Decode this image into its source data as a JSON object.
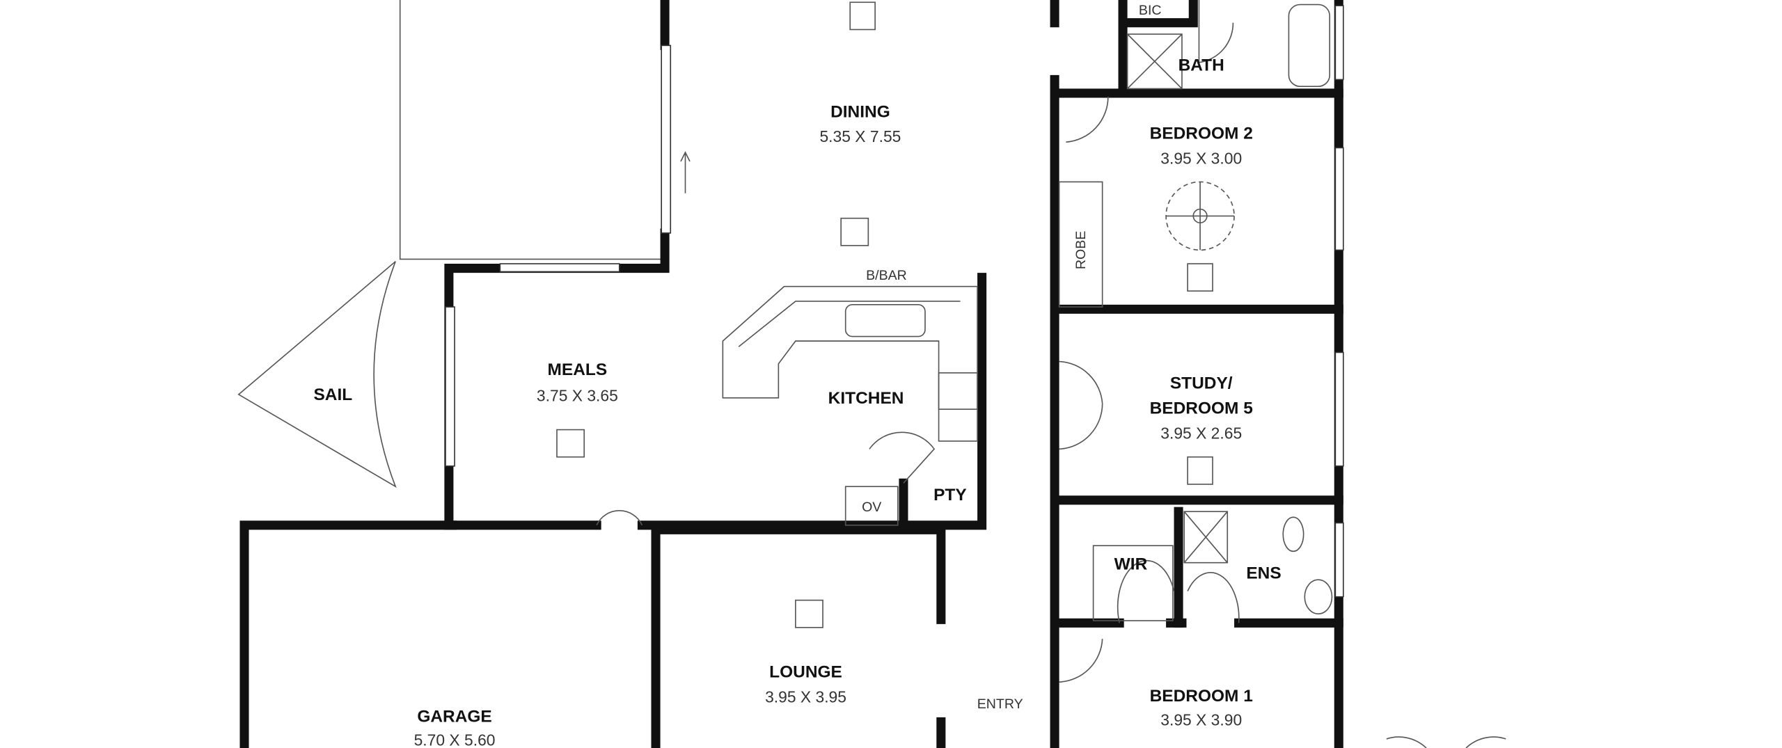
{
  "rooms": {
    "dining": {
      "name": "DINING",
      "size": "5.35 X 7.55"
    },
    "meals": {
      "name": "MEALS",
      "size": "3.75 X 3.65"
    },
    "kitchen": {
      "name": "KITCHEN"
    },
    "garage": {
      "name": "GARAGE",
      "size": "5.70 X 5.60"
    },
    "lounge": {
      "name": "LOUNGE",
      "size": "3.95 X 3.95"
    },
    "bedroom2": {
      "name": "BEDROOM 2",
      "size": "3.95 X 3.00"
    },
    "study": {
      "name1": "STUDY/",
      "name2": "BEDROOM 5",
      "size": "3.95 X 2.65"
    },
    "bedroom1": {
      "name": "BEDROOM 1",
      "size": "3.95 X 3.90"
    },
    "bath": {
      "name": "BATH"
    },
    "ens": {
      "name": "ENS"
    },
    "wir": {
      "name": "WIR"
    },
    "pty": {
      "name": "PTY"
    }
  },
  "labels": {
    "sail": "SAIL",
    "bbar": "B/BAR",
    "robe": "ROBE",
    "bic": "BIC",
    "ov": "OV",
    "entry": "ENTRY"
  }
}
